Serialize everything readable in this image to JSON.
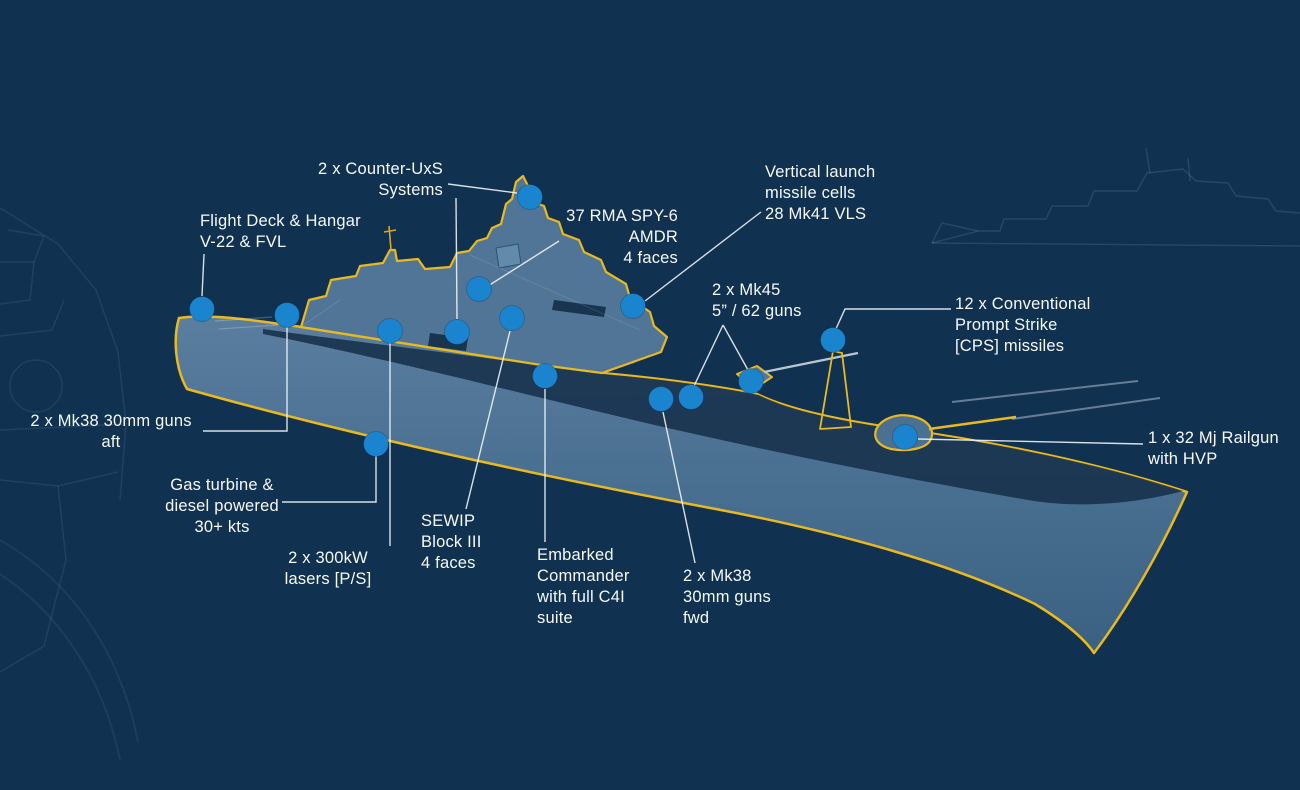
{
  "callouts": [
    {
      "id": "counter-uxs",
      "label": "2 x Counter-UxS\nSystems"
    },
    {
      "id": "flight-deck",
      "label": "Flight Deck & Hangar\nV-22 & FVL"
    },
    {
      "id": "spy6",
      "label": "37 RMA SPY-6\nAMDR\n4 faces"
    },
    {
      "id": "vls",
      "label": "Vertical launch\nmissile cells\n28 Mk41 VLS"
    },
    {
      "id": "mk45",
      "label": "2 x Mk45\n5” / 62 guns"
    },
    {
      "id": "cps",
      "label": "12 x Conventional\nPrompt Strike\n[CPS] missiles"
    },
    {
      "id": "mk38-aft",
      "label": "2 x Mk38 30mm guns\naft"
    },
    {
      "id": "gas-turbine",
      "label": "Gas turbine &\ndiesel powered\n30+ kts"
    },
    {
      "id": "lasers",
      "label": "2 x 300kW\nlasers [P/S]"
    },
    {
      "id": "sewip",
      "label": "SEWIP\nBlock III\n4 faces"
    },
    {
      "id": "embarked-commander",
      "label": "Embarked\nCommander\nwith full C4I\nsuite"
    },
    {
      "id": "mk38-fwd",
      "label": "2 x Mk38\n30mm guns\nfwd"
    },
    {
      "id": "railgun",
      "label": "1 x 32 Mj Railgun\nwith HVP"
    }
  ],
  "colors": {
    "background": "#113150",
    "ship_fill": "#4d7191",
    "ship_dark": "#142e48",
    "outline": "#e9b91f",
    "marker": "#1b84cf",
    "text": "#f5f9fd",
    "leader_line": "#eef3f7"
  }
}
